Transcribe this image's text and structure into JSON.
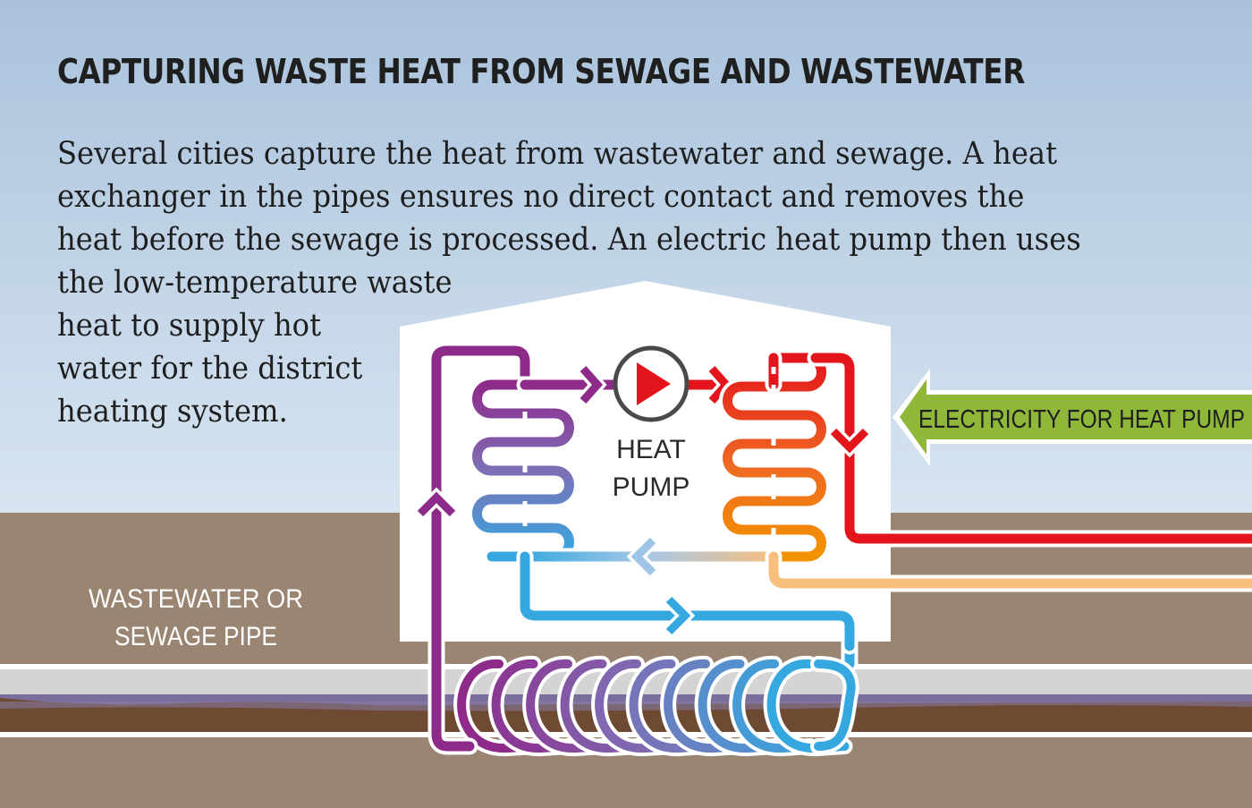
{
  "title": "CAPTURING WASTE HEAT FROM SEWAGE AND WASTEWATER",
  "description_lines": [
    "Several cities capture the heat from wastewater and sewage. A heat",
    "exchanger in the pipes ensures no direct contact and removes the",
    "heat before the sewage is processed. An electric heat pump then uses",
    "the low-temperature waste",
    "heat to supply hot",
    "water for the district",
    "heating system."
  ],
  "labels": {
    "heat_pump": [
      "HEAT",
      "PUMP"
    ],
    "electricity": "ELECTRICITY FOR HEAT PUMP",
    "sewage_pipe": [
      "WASTEWATER OR",
      "SEWAGE PIPE"
    ]
  },
  "colors": {
    "sky_top": "#a9c2dc",
    "sky_bottom": "#d8e5f1",
    "ground": "#9a8573",
    "sewage_brown": "#6e4a33",
    "pipe_grey": "#d4d4d4",
    "water_purple": "#7a6e9c",
    "arrow_green": "#8fb83a",
    "pump_red": "#e3141c",
    "cold_blue": "#35a8e0",
    "loop_purple": "#8e2a8a",
    "hot_red": "#e3141c",
    "warm_orange": "#f39200",
    "return_peach": "#f7be7c"
  }
}
